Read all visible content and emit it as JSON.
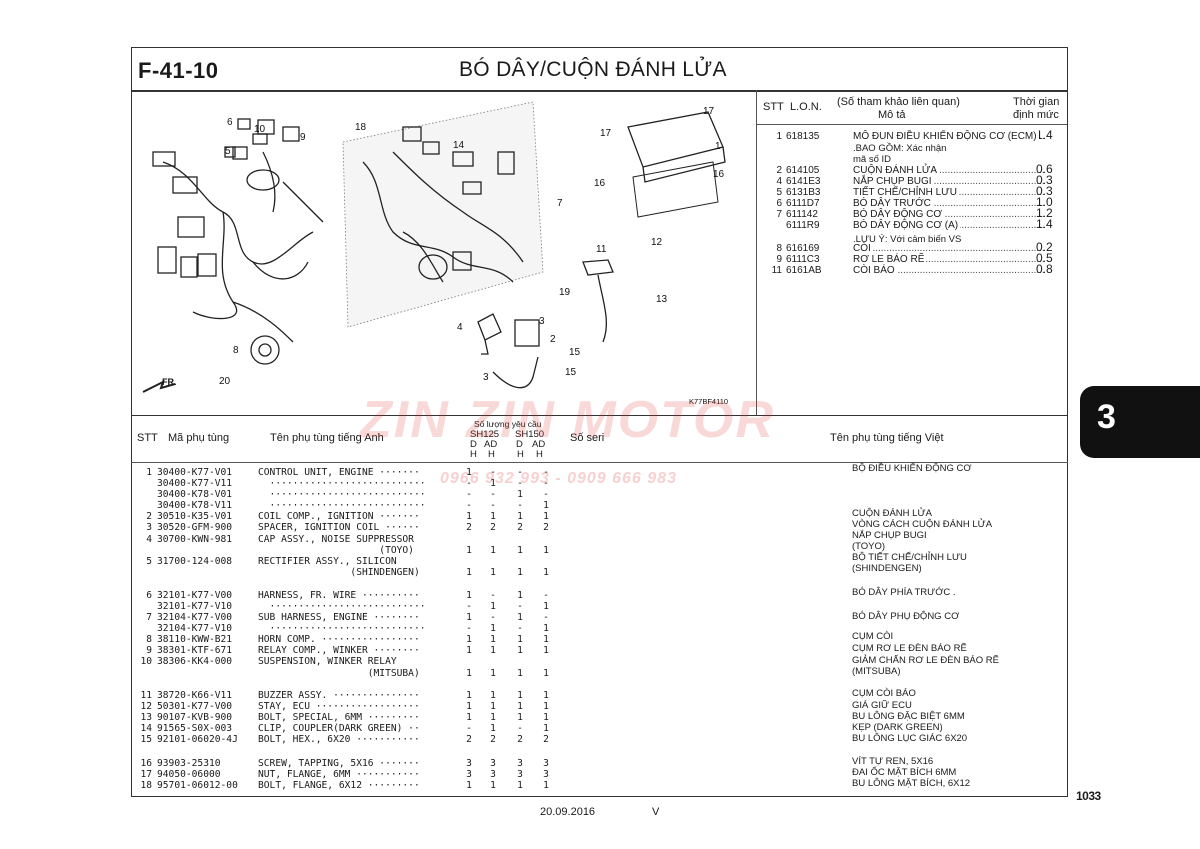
{
  "header": {
    "code": "F-41-10",
    "title": "BÓ DÂY/CUỘN ĐÁNH LỬA"
  },
  "diagram": {
    "code": "K77BF4110",
    "fr_label": "FR.",
    "callouts": [
      "1",
      "2",
      "3",
      "4",
      "5",
      "6",
      "7",
      "8",
      "9",
      "10",
      "11",
      "12",
      "13",
      "14",
      "15",
      "15",
      "16",
      "16",
      "17",
      "17",
      "18",
      "19",
      "20"
    ]
  },
  "ref_header": {
    "stt": "STT",
    "lon": "L.O.N.",
    "desc_line1": "(Số tham khảo liên quan)",
    "desc_line2": "Mô tả",
    "time_line1": "Thời gian",
    "time_line2": "định mức"
  },
  "ref_rows": [
    {
      "no": "1",
      "lon": "618135",
      "desc": "MÔ ĐUN ĐIỀU KHIỂN ĐỘNG CƠ (ECM)",
      "time": "1.4"
    },
    {
      "no": "2",
      "lon": "614105",
      "desc": "CUỘN ĐÁNH LỬA",
      "time": "0.6"
    },
    {
      "no": "4",
      "lon": "6141E3",
      "desc": "NẮP CHỤP BUGI",
      "time": "0.3"
    },
    {
      "no": "5",
      "lon": "6131B3",
      "desc": "TIẾT CHẾ/CHỈNH LƯU",
      "time": "0.3"
    },
    {
      "no": "6",
      "lon": "6111D7",
      "desc": "BÓ DÂY TRƯỚC",
      "time": "1.0"
    },
    {
      "no": "7",
      "lon": "611142",
      "desc": "BÓ DÂY ĐỘNG CƠ",
      "time": "1.2"
    },
    {
      "no": "",
      "lon": "6111R9",
      "desc": "BÓ DÂY ĐỘNG CƠ (A)",
      "time": "1.4"
    },
    {
      "no": "8",
      "lon": "616169",
      "desc": "CÒI",
      "time": "0.2"
    },
    {
      "no": "9",
      "lon": "6111C3",
      "desc": "RƠ LE BÁO RẼ",
      "time": "0.5"
    },
    {
      "no": "11",
      "lon": "6161AB",
      "desc": "CÒI BÁO",
      "time": "0.8"
    }
  ],
  "ref_notes": {
    "n1": ".BAO GỒM: Xác nhận",
    "n2": "mã số ID",
    "n3": ".LƯU Ý: Với cảm biến VS"
  },
  "parts_header": {
    "stt": "STT",
    "part_no": "Mã phụ tùng",
    "name_en": "Tên phụ tùng tiếng Anh",
    "qty": "Số lượng yêu cầu",
    "m1": "SH125",
    "m2": "SH150",
    "d": "D",
    "ad": "AD",
    "h": "H",
    "serial": "Số seri",
    "name_vn": "Tên phụ tùng tiếng Việt"
  },
  "parts": [
    {
      "stt": "1",
      "part": "30400-K77-V01",
      "en": "CONTROL UNIT, ENGINE ·······",
      "q": [
        "1",
        "-",
        "-",
        "-"
      ],
      "vn": "BỘ ĐIỀU KHIỂN ĐỘNG CƠ"
    },
    {
      "stt": "",
      "part": "30400-K77-V11",
      "en": "  ···························",
      "q": [
        "-",
        "1",
        "-",
        "-"
      ],
      "vn": ""
    },
    {
      "stt": "",
      "part": "30400-K78-V01",
      "en": "  ···························",
      "q": [
        "-",
        "-",
        "1",
        "-"
      ],
      "vn": ""
    },
    {
      "stt": "",
      "part": "30400-K78-V11",
      "en": "  ···························",
      "q": [
        "-",
        "-",
        "-",
        "1"
      ],
      "vn": ""
    },
    {
      "stt": "2",
      "part": "30510-K35-V01",
      "en": "COIL COMP., IGNITION ·······",
      "q": [
        "1",
        "1",
        "1",
        "1"
      ],
      "vn": "CUỘN ĐÁNH LỬA"
    },
    {
      "stt": "3",
      "part": "30520-GFM-900",
      "en": "SPACER, IGNITION COIL ······",
      "q": [
        "2",
        "2",
        "2",
        "2"
      ],
      "vn": "VÒNG CÁCH CUỘN ĐÁNH LỬA"
    },
    {
      "stt": "4",
      "part": "30700-KWN-981",
      "en": "CAP ASSY., NOISE SUPPRESSOR",
      "q": [
        "",
        "",
        "",
        ""
      ],
      "vn": "NẮP CHỤP BUGI"
    },
    {
      "stt": "",
      "part": "",
      "en": "                     (TOYO)",
      "q": [
        "1",
        "1",
        "1",
        "1"
      ],
      "vn": "(TOYO)"
    },
    {
      "stt": "5",
      "part": "31700-124-008",
      "en": "RECTIFIER ASSY., SILICON",
      "q": [
        "",
        "",
        "",
        ""
      ],
      "vn": "BỘ TIẾT CHẾ/CHỈNH LƯU"
    },
    {
      "stt": "",
      "part": "",
      "en": "                (SHINDENGEN)",
      "q": [
        "1",
        "1",
        "1",
        "1"
      ],
      "vn": "(SHINDENGEN)"
    },
    {
      "stt": "6",
      "part": "32101-K77-V00",
      "en": "HARNESS, FR. WIRE ··········",
      "q": [
        "1",
        "-",
        "1",
        "-"
      ],
      "vn": "BÓ DÂY PHÍA TRƯỚC ."
    },
    {
      "stt": "",
      "part": "32101-K77-V10",
      "en": "  ···························",
      "q": [
        "-",
        "1",
        "-",
        "1"
      ],
      "vn": ""
    },
    {
      "stt": "7",
      "part": "32104-K77-V00",
      "en": "SUB HARNESS, ENGINE ········",
      "q": [
        "1",
        "-",
        "1",
        "-"
      ],
      "vn": "BÓ DÂY PHỤ ĐỘNG CƠ"
    },
    {
      "stt": "",
      "part": "32104-K77-V10",
      "en": "  ···························",
      "q": [
        "-",
        "1",
        "-",
        "1"
      ],
      "vn": ""
    },
    {
      "stt": "8",
      "part": "38110-KWW-B21",
      "en": "HORN COMP. ·················",
      "q": [
        "1",
        "1",
        "1",
        "1"
      ],
      "vn": "CỤM CÒI"
    },
    {
      "stt": "9",
      "part": "38301-KTF-671",
      "en": "RELAY COMP., WINKER ········",
      "q": [
        "1",
        "1",
        "1",
        "1"
      ],
      "vn": "CỤM RƠ LE ĐÈN BÁO RẼ"
    },
    {
      "stt": "10",
      "part": "38306-KK4-000",
      "en": "SUSPENSION, WINKER RELAY",
      "q": [
        "",
        "",
        "",
        ""
      ],
      "vn": "GIẢM CHẤN RƠ LE ĐÈN BÁO RẼ"
    },
    {
      "stt": "",
      "part": "",
      "en": "                   (MITSUBA)",
      "q": [
        "1",
        "1",
        "1",
        "1"
      ],
      "vn": "(MITSUBA)"
    },
    {
      "stt": "11",
      "part": "38720-K66-V11",
      "en": "BUZZER ASSY. ···············",
      "q": [
        "1",
        "1",
        "1",
        "1"
      ],
      "vn": "CỤM CÒI BÁO"
    },
    {
      "stt": "12",
      "part": "50301-K77-V00",
      "en": "STAY, ECU ··················",
      "q": [
        "1",
        "1",
        "1",
        "1"
      ],
      "vn": "GIÁ GIỮ ECU"
    },
    {
      "stt": "13",
      "part": "90107-KVB-900",
      "en": "BOLT, SPECIAL, 6MM ·········",
      "q": [
        "1",
        "1",
        "1",
        "1"
      ],
      "vn": "BU LÔNG ĐẶC BIỆT 6MM"
    },
    {
      "stt": "14",
      "part": "91565-S0X-003",
      "en": "CLIP, COUPLER(DARK GREEN) ··",
      "q": [
        "-",
        "1",
        "-",
        "1"
      ],
      "vn": "KẸP (DARK GREEN)"
    },
    {
      "stt": "15",
      "part": "92101-06020-4J",
      "en": "BOLT, HEX., 6X20 ···········",
      "q": [
        "2",
        "2",
        "2",
        "2"
      ],
      "vn": "BU LÔNG LỤC GIÁC 6X20"
    },
    {
      "stt": "16",
      "part": "93903-25310",
      "en": "SCREW, TAPPING, 5X16 ·······",
      "q": [
        "3",
        "3",
        "3",
        "3"
      ],
      "vn": "VÍT TỰ REN, 5X16"
    },
    {
      "stt": "17",
      "part": "94050-06000",
      "en": "NUT, FLANGE, 6MM ···········",
      "q": [
        "3",
        "3",
        "3",
        "3"
      ],
      "vn": "ĐAI ỐC MẶT BÍCH 6MM"
    },
    {
      "stt": "18",
      "part": "95701-06012-00",
      "en": "BOLT, FLANGE, 6X12 ·········",
      "q": [
        "1",
        "1",
        "1",
        "1"
      ],
      "vn": "BU LÔNG MẶT BÍCH, 6X12"
    }
  ],
  "footer": {
    "date": "20.09.2016",
    "mark": "V",
    "page": "1033",
    "tab": "3"
  },
  "watermark": {
    "brand": "ZIN ZIN MOTOR",
    "phone": "0966 932 993 - 0909 666 983"
  }
}
